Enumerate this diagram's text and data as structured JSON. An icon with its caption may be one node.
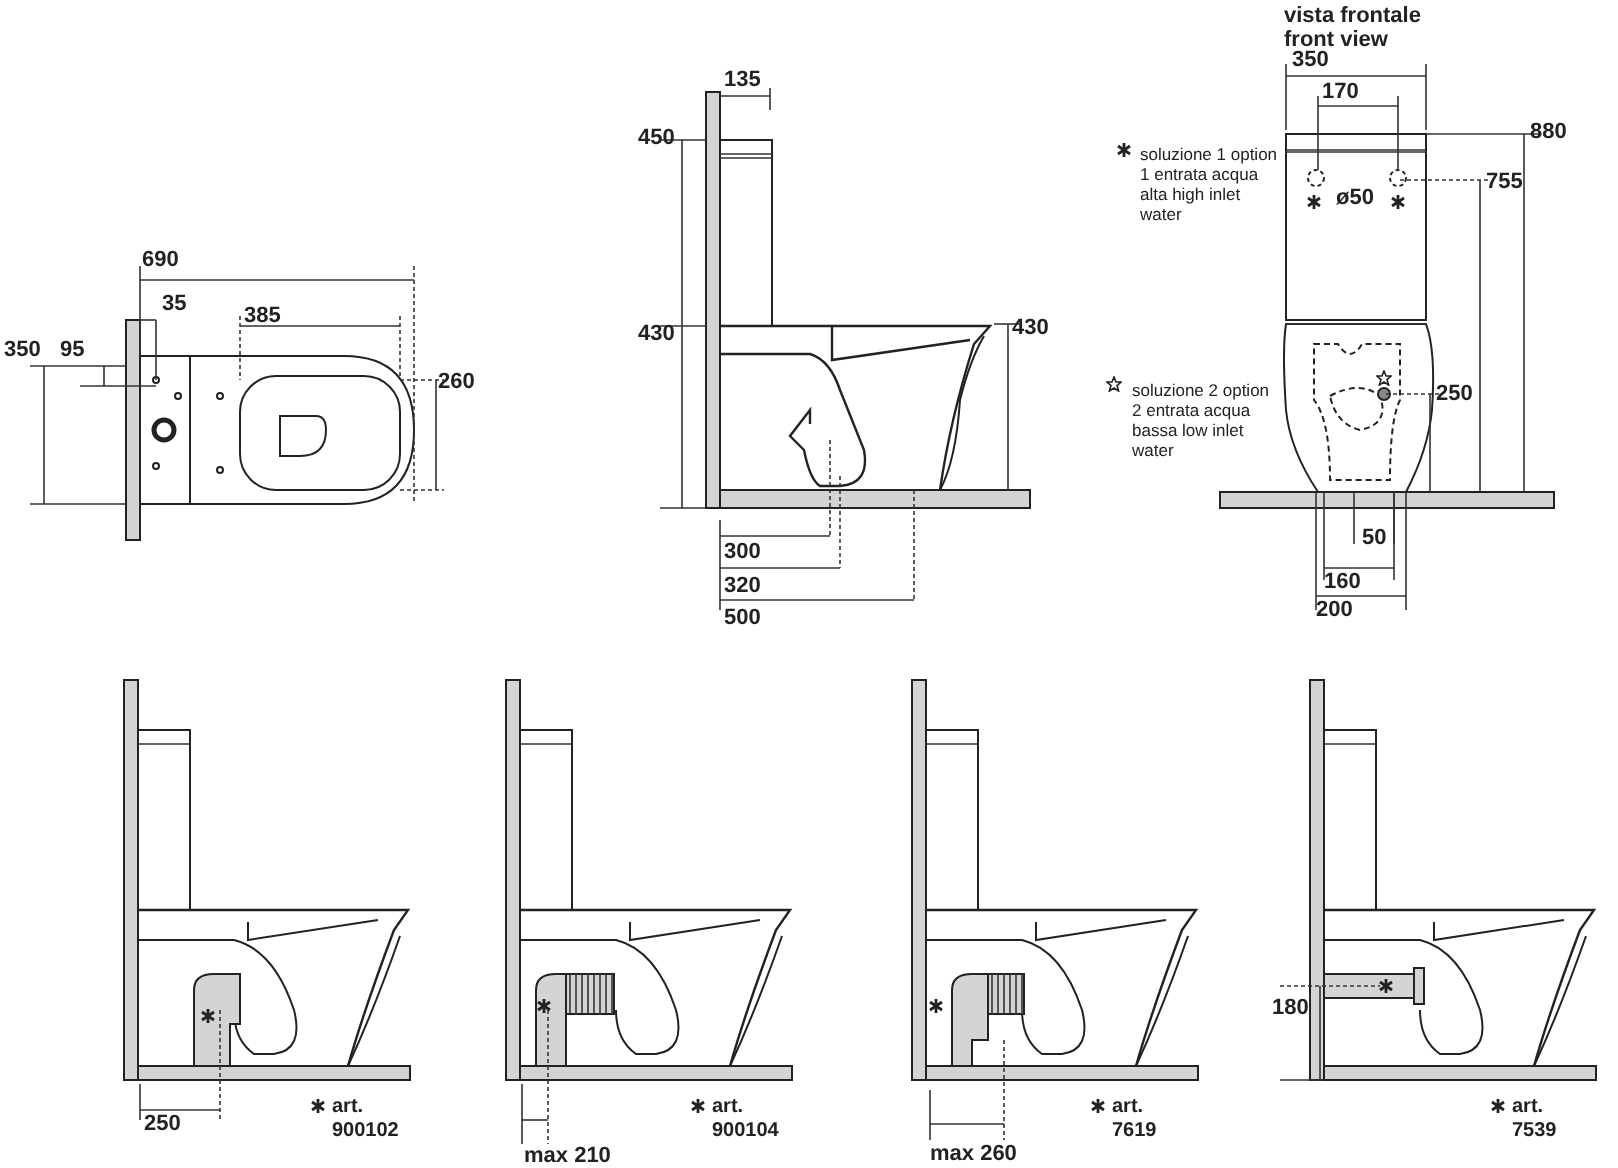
{
  "diagram": {
    "labels": [
      "vista frontale front view",
      "690",
      "35",
      "385",
      "350",
      "95",
      "260",
      "135",
      "450",
      "430",
      "430",
      "300",
      "320",
      "500",
      "350",
      "170",
      "880",
      "ø50",
      "755",
      "250",
      "50",
      "160",
      "200",
      "250",
      "art. 900102",
      "max 210",
      "art. 900104",
      "max 260",
      "art. 7619",
      "180",
      "art. 7539"
    ],
    "legend": [
      {
        "text": "soluzione 1 option 1 entrata acqua alta high inlet water"
      },
      {
        "text": "soluzione 2 option 2 entrata acqua bassa low inlet water"
      }
    ]
  }
}
